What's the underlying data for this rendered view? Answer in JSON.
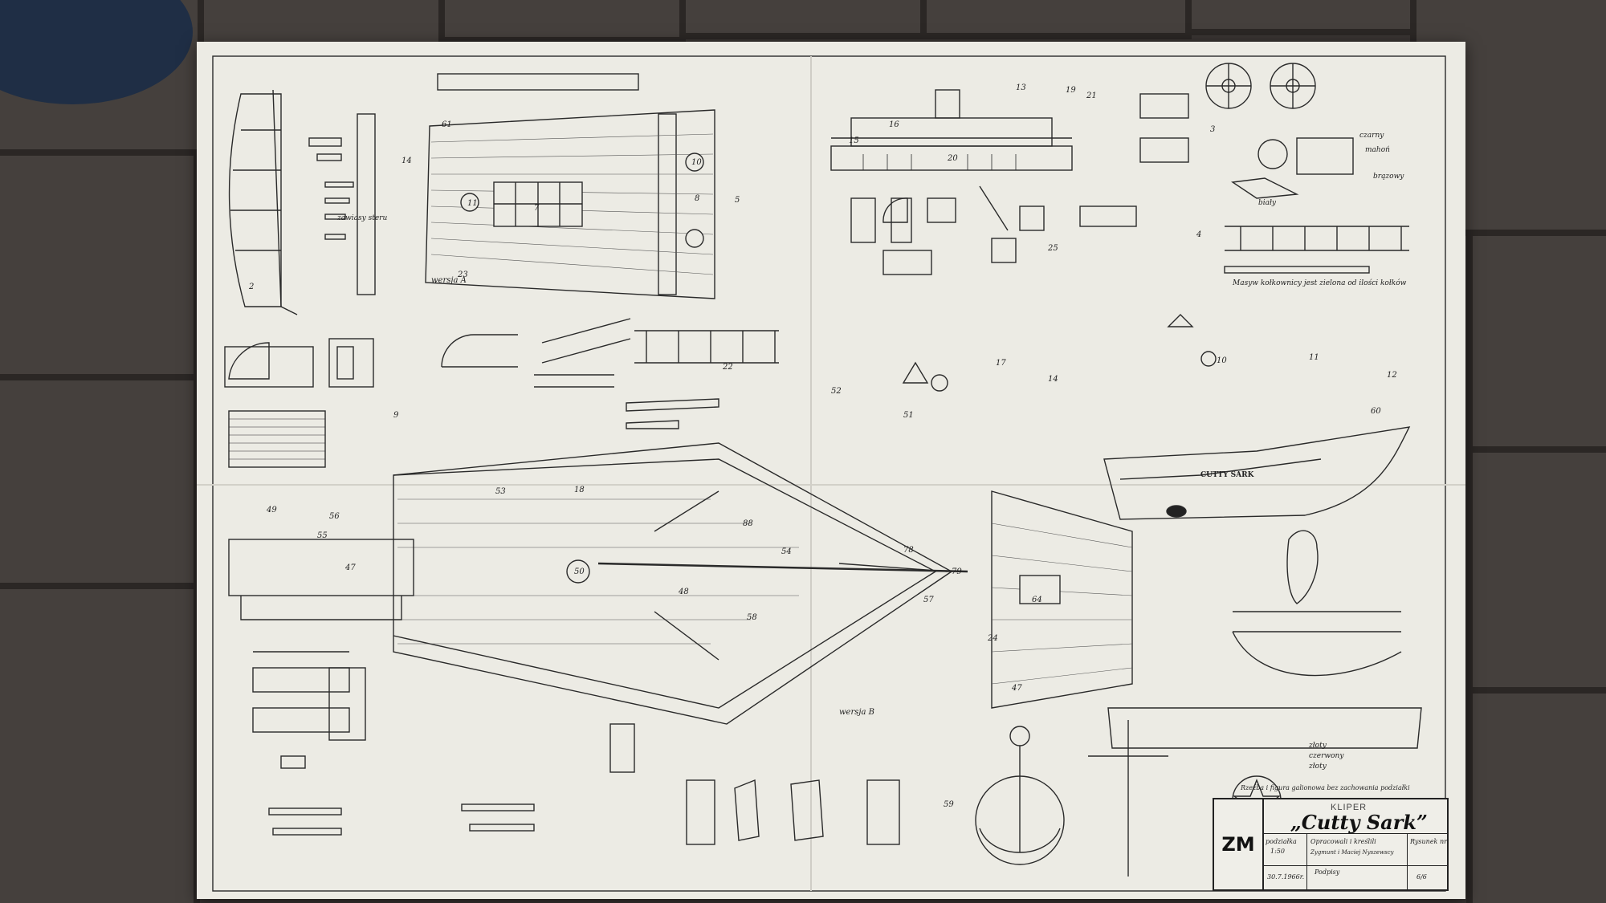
{
  "poster": {
    "ship_kind": "KLIPER",
    "ship_name": "„Cutty Sark”",
    "logo": "ZM",
    "scale_label": "podziałka",
    "scale_value": "1:50",
    "authors_label": "Opracowali i kreślili",
    "authors": "Zygmunt i Maciej Nyszewscy",
    "sheet_label": "Rysunek nr",
    "sheet_value": "6/6",
    "date": "30.7.1966r.",
    "signature_label": "Podpisy"
  },
  "notes": {
    "stern_text": "CUTTY SARK",
    "compass_colours": [
      "złoty",
      "czerwony",
      "złoty"
    ],
    "figurehead_note": "Rzeźba i figura galionowa bez zachowania podziałki",
    "wheelhouse_top_note": "czarny",
    "wheelhouse_mid_note": "mahoń",
    "wheelhouse_right_note": "brązowy",
    "deck_white_note": "biały",
    "rail_note": "Masyw kołkownicy jest zielona od ilości kołków",
    "hinge_note": "zawiasy steru",
    "version_a": "wersja A",
    "version_b": "wersja B"
  },
  "part_numbers": [
    "61",
    "14",
    "10",
    "11",
    "7",
    "8",
    "5",
    "23",
    "2",
    "9",
    "22",
    "17",
    "52",
    "51",
    "14",
    "10",
    "11",
    "12",
    "60",
    "13",
    "19",
    "21",
    "16",
    "15",
    "20",
    "25",
    "3",
    "4",
    "18",
    "49",
    "56",
    "55",
    "47",
    "48",
    "50",
    "53",
    "88",
    "54",
    "78",
    "79",
    "57",
    "58",
    "24",
    "64",
    "59",
    "47"
  ],
  "colors": {
    "pavers": "#3b3634",
    "paper": "#ecebe4",
    "ink": "#222222"
  }
}
